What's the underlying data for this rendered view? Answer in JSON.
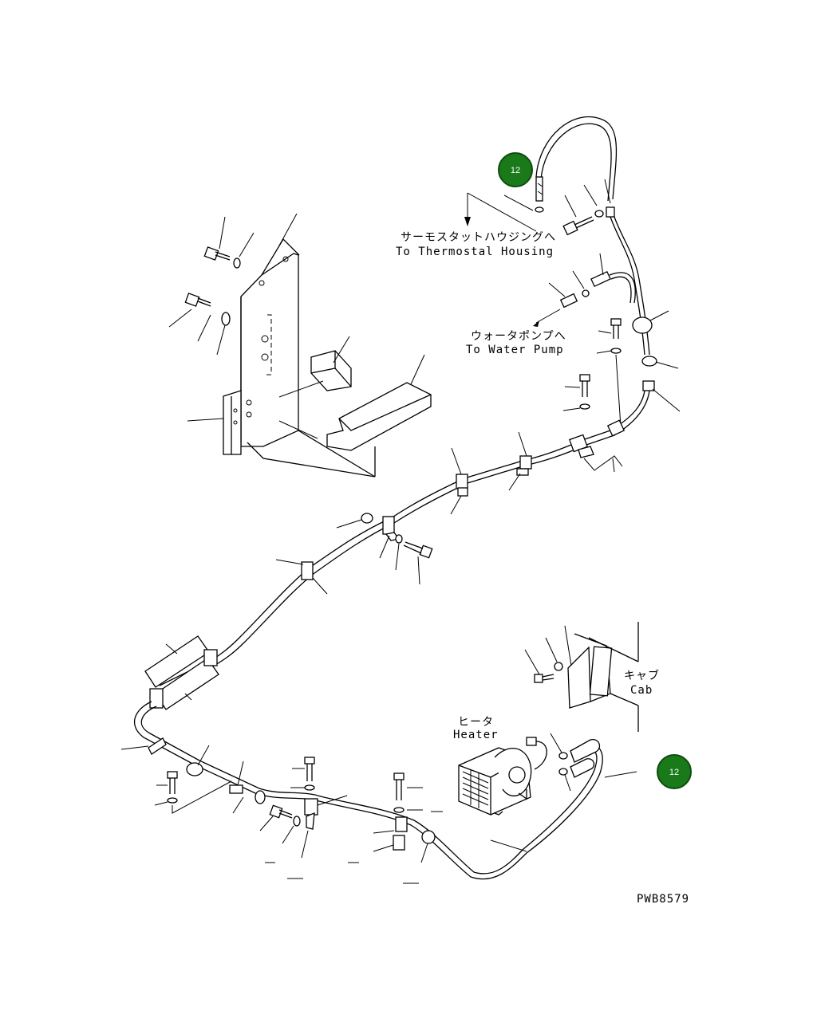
{
  "labels": {
    "thermostat_jp": "サーモスタットハウジングへ",
    "thermostat_en": "To Thermostal Housing",
    "waterpump_jp": "ウォータポンプへ",
    "waterpump_en": "To Water Pump",
    "cab_jp": "キャブ",
    "cab_en": "Cab",
    "heater_jp": "ヒータ",
    "heater_en": "Heater",
    "drawing_code": "PWB8579"
  },
  "badges": [
    {
      "id": "badge-top",
      "text": "12"
    },
    {
      "id": "badge-right",
      "text": "12"
    }
  ],
  "colors": {
    "badge_fill": "#1a7a1a",
    "badge_ring": "#0d4d0d",
    "line": "#000000"
  }
}
